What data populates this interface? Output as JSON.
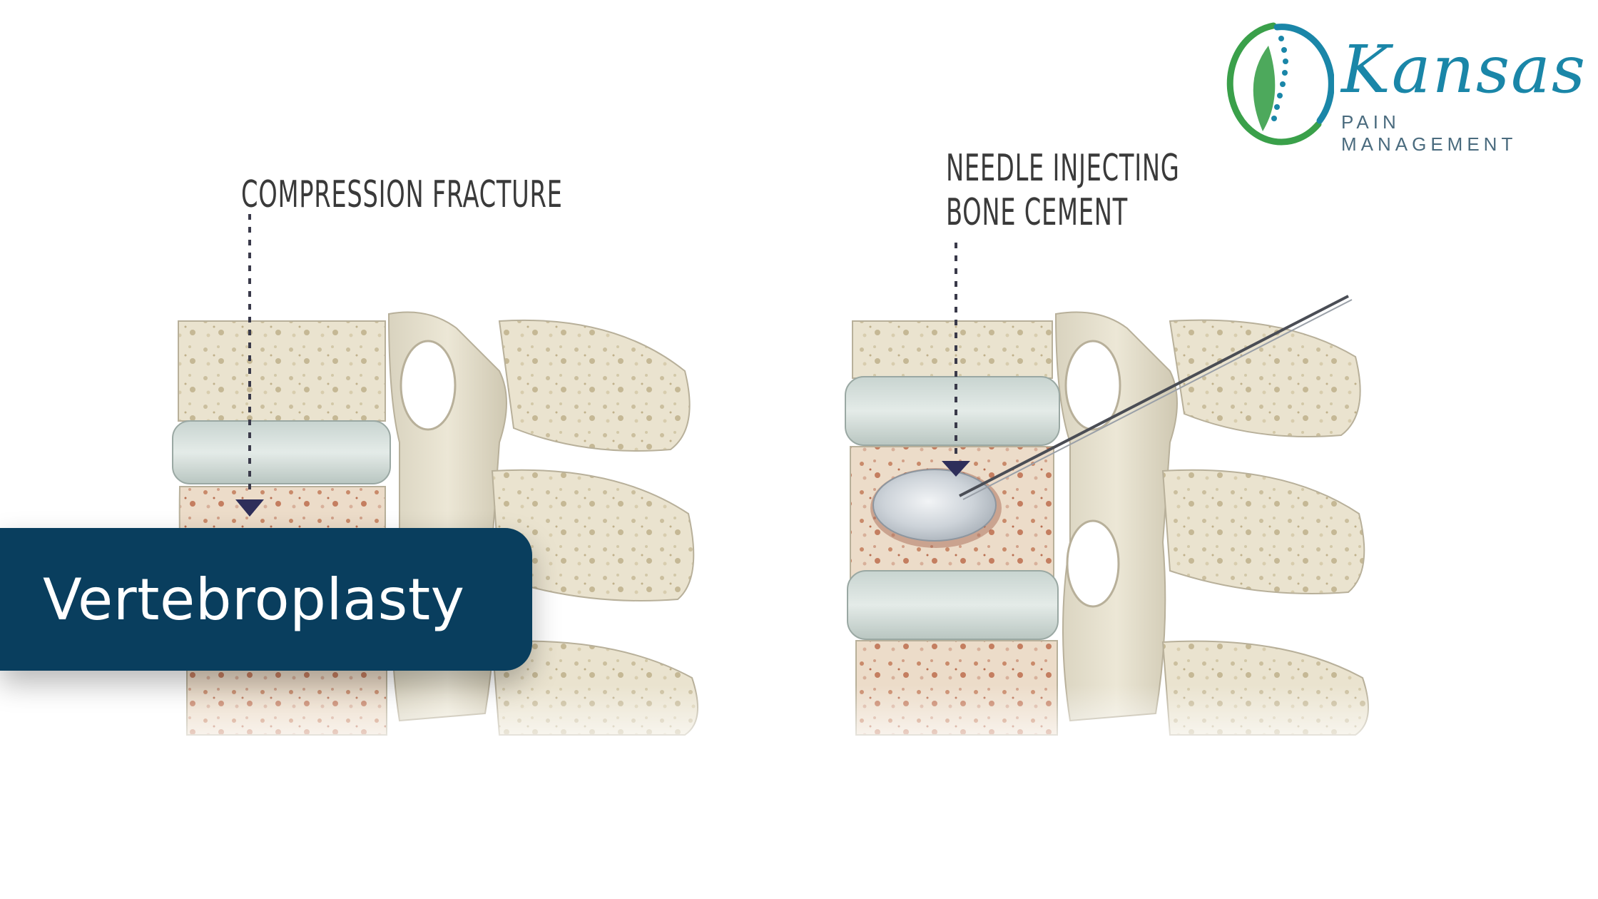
{
  "logo": {
    "brand_name": "Kansas",
    "tagline": "PAIN MANAGEMENT",
    "icon": "spine-leaf-logo-icon",
    "colors": {
      "teal": "#1a86a8",
      "green": "#3aa04a",
      "gray": "#4a6b7e"
    }
  },
  "labels": {
    "compression_fracture": "COMPRESSION FRACTURE",
    "needle_line1": "NEEDLE INJECTING",
    "needle_line2": "BONE CEMENT"
  },
  "title": {
    "text": "Vertebroplasty",
    "background_color": "#093e5e"
  },
  "panels": [
    {
      "name": "before",
      "state": "compression-fracture"
    },
    {
      "name": "after",
      "state": "cement-injected"
    }
  ]
}
